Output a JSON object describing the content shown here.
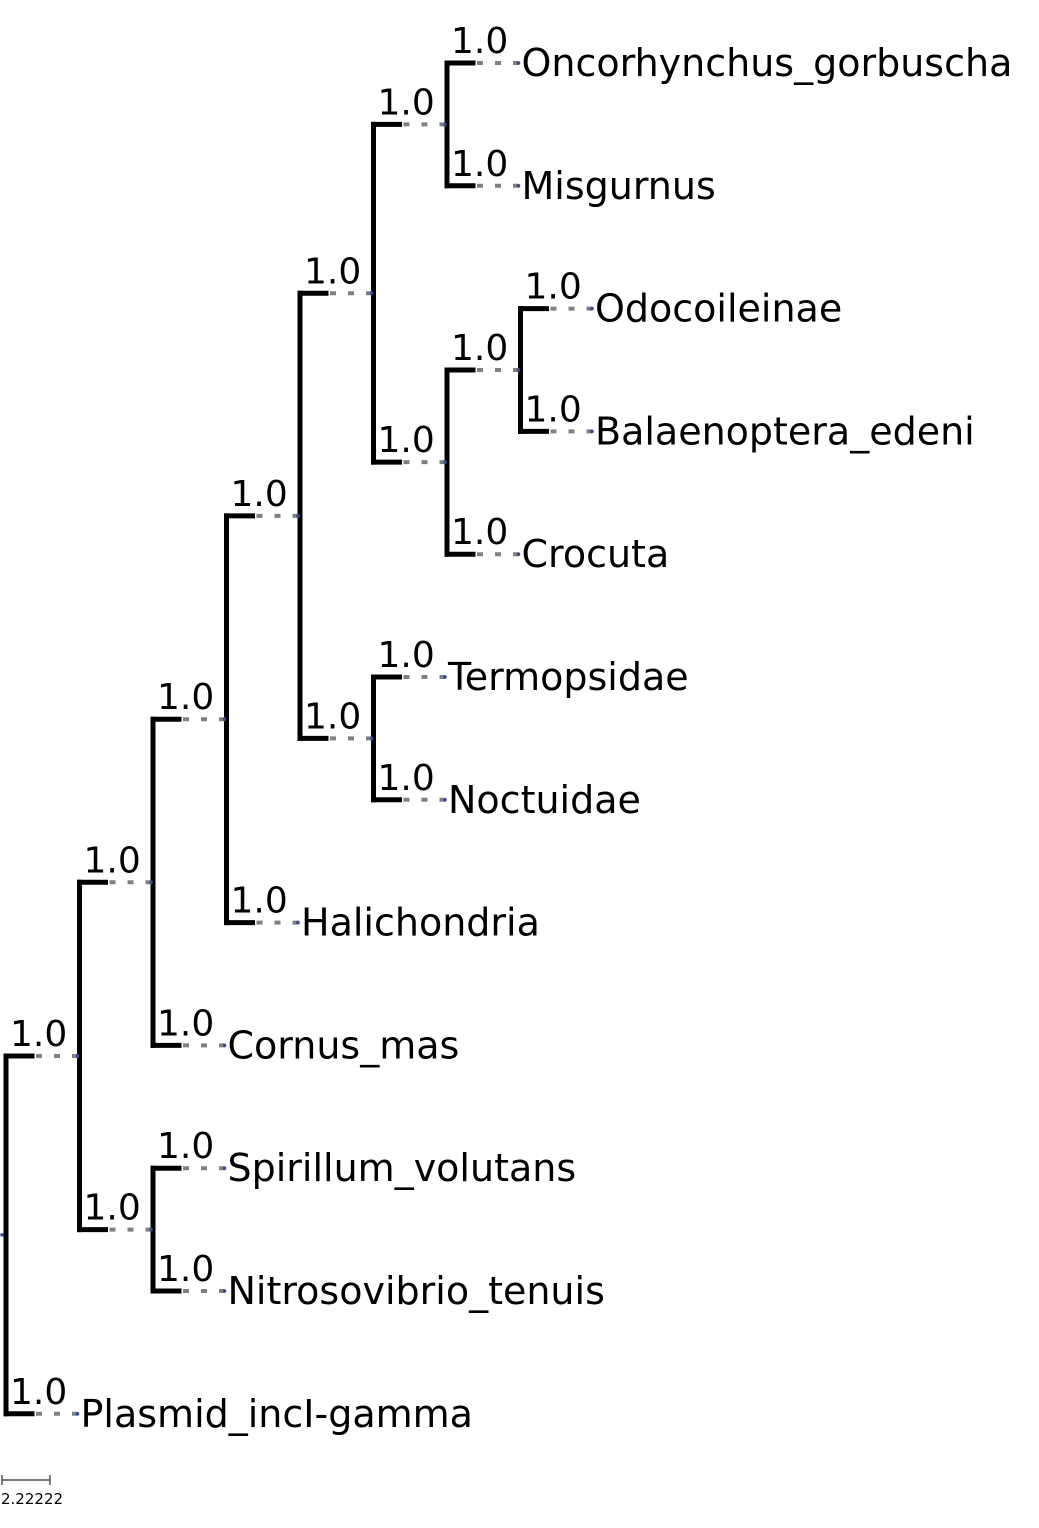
{
  "tree": {
    "leaves": [
      {
        "label": "Oncorhynchus_gorbuscha",
        "support": "1.0"
      },
      {
        "label": "Misgurnus",
        "support": "1.0"
      },
      {
        "label": "Odocoileinae",
        "support": "1.0"
      },
      {
        "label": "Balaenoptera_edeni",
        "support": "1.0"
      },
      {
        "label": "Crocuta",
        "support": "1.0"
      },
      {
        "label": "Termopsidae",
        "support": "1.0"
      },
      {
        "label": "Noctuidae",
        "support": "1.0"
      },
      {
        "label": "Halichondria",
        "support": "1.0"
      },
      {
        "label": "Cornus_mas",
        "support": "1.0"
      },
      {
        "label": "Spirillum_volutans",
        "support": "1.0"
      },
      {
        "label": "Nitrosovibrio_tenuis",
        "support": "1.0"
      },
      {
        "label": "Plasmid_incI-gamma",
        "support": "1.0"
      }
    ],
    "internal": [
      {
        "id": "n_onc_mis",
        "support": "1.0"
      },
      {
        "id": "n_odo_bal",
        "support": "1.0"
      },
      {
        "id": "n_odo_bal_cro",
        "support": "1.0"
      },
      {
        "id": "n_fish_mammal",
        "support": "1.0"
      },
      {
        "id": "n_ter_noc",
        "support": "1.0"
      },
      {
        "id": "n_vert_insect",
        "support": "1.0"
      },
      {
        "id": "n_animals",
        "support": "1.0"
      },
      {
        "id": "n_euk",
        "support": "1.0"
      },
      {
        "id": "n_spi_nit",
        "support": "1.0"
      },
      {
        "id": "n_cellular",
        "support": "1.0"
      }
    ]
  },
  "scale_bar": {
    "label": "2.22222"
  },
  "colors": {
    "branch": "#000000",
    "extension": "#808080",
    "node_dot": "#3a4a9a"
  }
}
